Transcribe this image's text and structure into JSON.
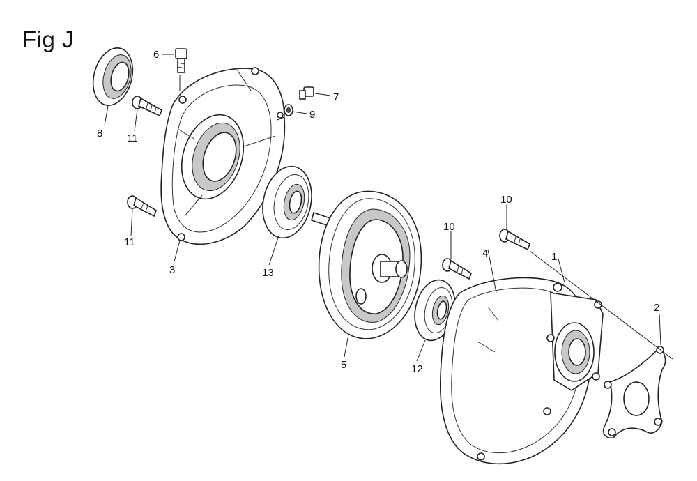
{
  "figure": {
    "title": "Fig J"
  },
  "labels": [
    "1",
    "2",
    "3",
    "4",
    "5",
    "6",
    "7",
    "8",
    "9",
    "10",
    "10",
    "11",
    "11",
    "12",
    "13"
  ]
}
